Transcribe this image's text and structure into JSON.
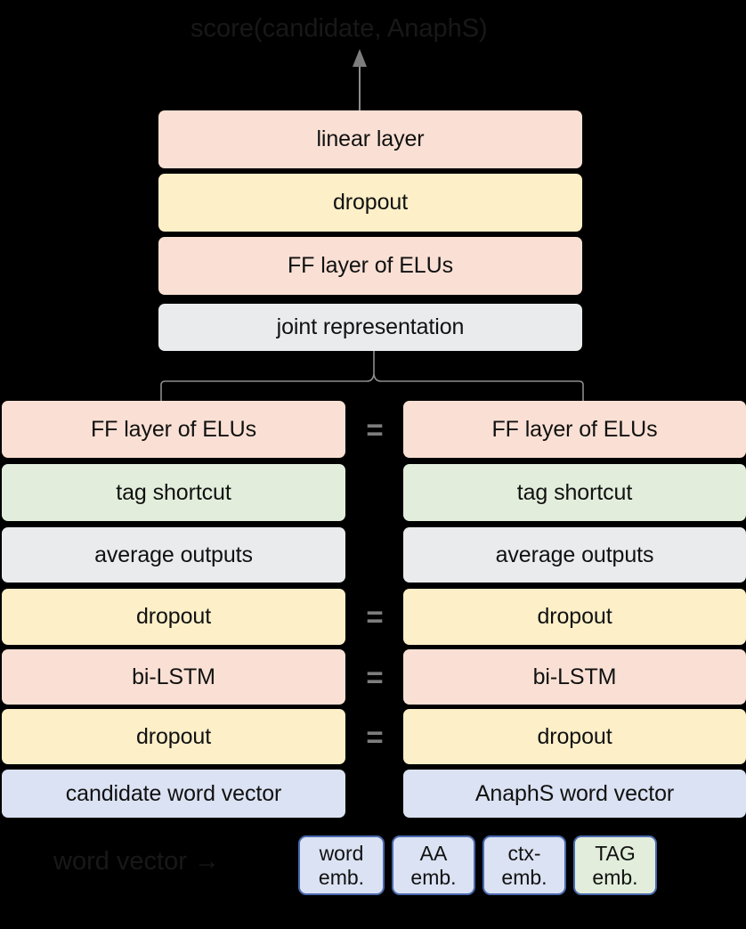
{
  "title": "score(candidate, AnaphS)",
  "word_vector_label": "word vector →",
  "colors": {
    "background": "#000000",
    "orange": "#fae0d4",
    "yellow": "#fdefc8",
    "green": "#e2eedb",
    "gray": "#eaebec",
    "blue": "#dbe2f3",
    "emb_border": "#4a69ad",
    "connector": "#8c8c8c",
    "faded_text": "#181818",
    "box_text": "#111111"
  },
  "top_stack": [
    {
      "label": "linear layer",
      "color": "orange"
    },
    {
      "label": "dropout",
      "color": "yellow"
    },
    {
      "label": "FF layer of ELUs",
      "color": "orange"
    },
    {
      "label": "joint representation",
      "color": "gray"
    }
  ],
  "left_column": [
    {
      "label": "FF layer of ELUs",
      "color": "orange"
    },
    {
      "label": "tag shortcut",
      "color": "green"
    },
    {
      "label": "average outputs",
      "color": "gray"
    },
    {
      "label": "dropout",
      "color": "yellow"
    },
    {
      "label": "bi-LSTM",
      "color": "orange"
    },
    {
      "label": "dropout",
      "color": "yellow"
    },
    {
      "label": "candidate word vector",
      "color": "blue"
    }
  ],
  "right_column": [
    {
      "label": "FF layer of ELUs",
      "color": "orange"
    },
    {
      "label": "tag shortcut",
      "color": "green"
    },
    {
      "label": "average outputs",
      "color": "gray"
    },
    {
      "label": "dropout",
      "color": "yellow"
    },
    {
      "label": "bi-LSTM",
      "color": "orange"
    },
    {
      "label": "dropout",
      "color": "yellow"
    },
    {
      "label": "AnaphS word vector",
      "color": "blue"
    }
  ],
  "equals_rows": [
    0,
    3,
    4,
    5
  ],
  "equals_symbol": "=",
  "embeddings": [
    {
      "line1": "word",
      "line2": "emb.",
      "color": "blue"
    },
    {
      "line1": "AA",
      "line2": "emb.",
      "color": "blue"
    },
    {
      "line1": "ctx-",
      "line2": "emb.",
      "color": "blue"
    },
    {
      "line1": "TAG",
      "line2": "emb.",
      "color": "green"
    }
  ]
}
